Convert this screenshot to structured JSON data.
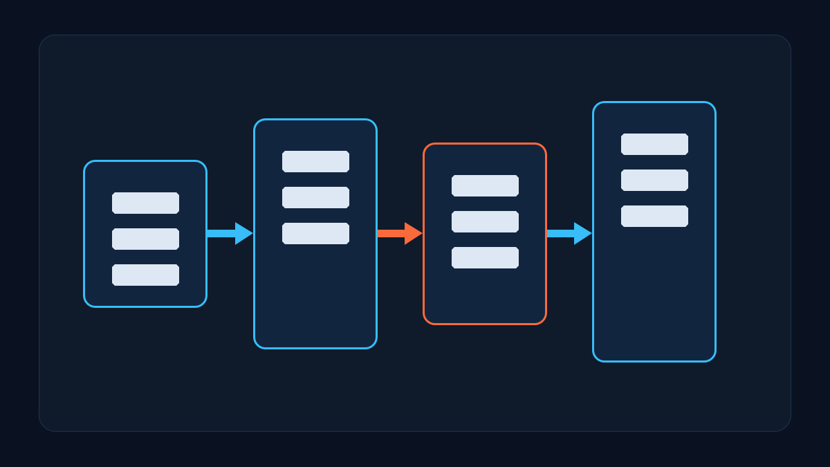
{
  "colors": {
    "background": "#0a1120",
    "panel": "#0f1a2b",
    "stage_border": "#38bdf8",
    "highlight_border": "#fb6a3a",
    "bar_fill": "#dde8f4"
  },
  "diagram": {
    "stages": [
      {
        "id": "stage-1",
        "bars": 3,
        "highlighted": false
      },
      {
        "id": "stage-2",
        "bars": 3,
        "highlighted": false
      },
      {
        "id": "stage-3",
        "bars": 3,
        "highlighted": true
      },
      {
        "id": "stage-4",
        "bars": 3,
        "highlighted": false
      }
    ],
    "connectors": [
      {
        "from": "stage-1",
        "to": "stage-2",
        "color": "#38bdf8"
      },
      {
        "from": "stage-2",
        "to": "stage-3",
        "color": "#fb6a3a"
      },
      {
        "from": "stage-3",
        "to": "stage-4",
        "color": "#38bdf8"
      }
    ]
  }
}
